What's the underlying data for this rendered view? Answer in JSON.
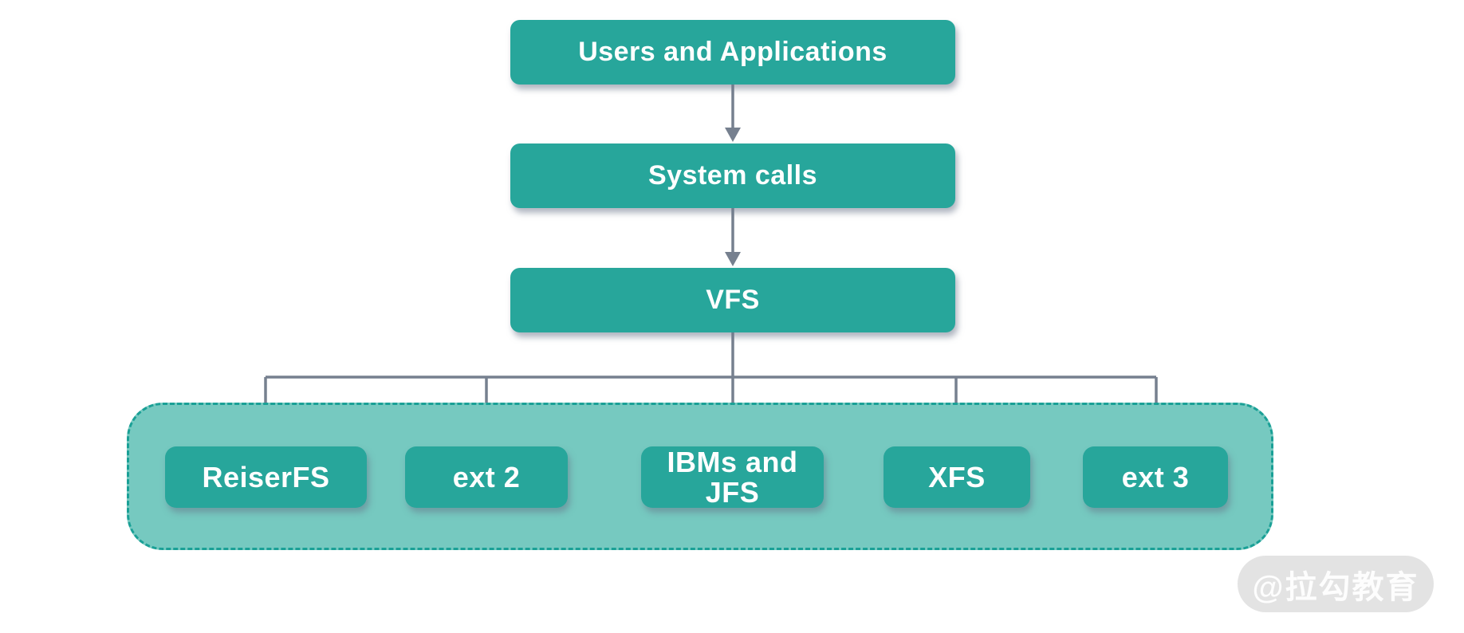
{
  "diagram": {
    "nodes": {
      "users_apps": {
        "label": "Users and Applications"
      },
      "system_calls": {
        "label": "System calls"
      },
      "vfs": {
        "label": "VFS"
      }
    },
    "fs_group": {
      "items": [
        {
          "label": "ReiserFS"
        },
        {
          "label": "ext 2"
        },
        {
          "label": "IBMs and JFS"
        },
        {
          "label": "XFS"
        },
        {
          "label": "ext 3"
        }
      ]
    },
    "edges": [
      {
        "from": "users_apps",
        "to": "system_calls"
      },
      {
        "from": "system_calls",
        "to": "vfs"
      },
      {
        "from": "vfs",
        "to": "ReiserFS"
      },
      {
        "from": "vfs",
        "to": "ext 2"
      },
      {
        "from": "vfs",
        "to": "IBMs and JFS"
      },
      {
        "from": "vfs",
        "to": "XFS"
      },
      {
        "from": "vfs",
        "to": "ext 3"
      }
    ],
    "colors": {
      "node_fill": "#27a69b",
      "node_text": "#ffffff",
      "group_fill": "#76c9c0",
      "group_border": "#1aa096",
      "connector": "#76808f",
      "watermark_bg": "#e3e3e3",
      "watermark_text": "#ffffff"
    }
  },
  "watermark": {
    "label": "@拉勾教育"
  }
}
